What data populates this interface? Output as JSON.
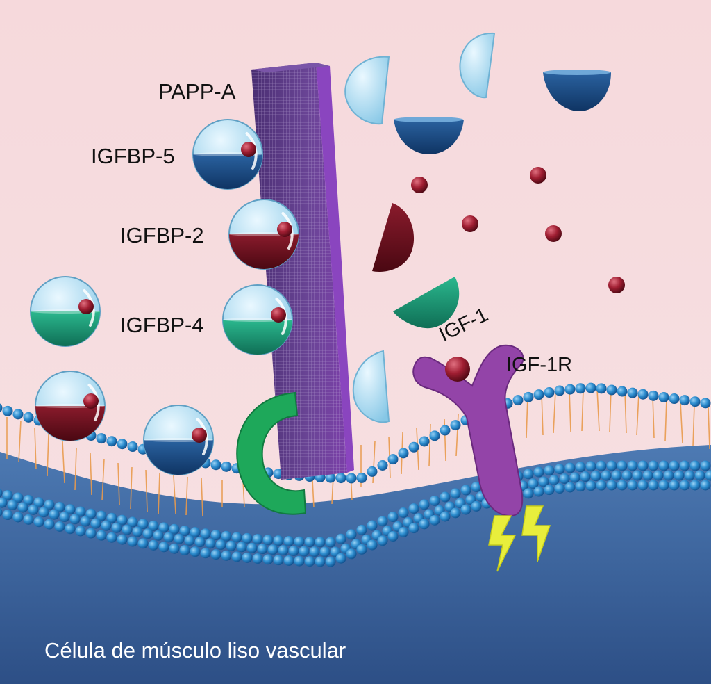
{
  "labels": {
    "pappa": "PAPP-A",
    "igfbp5": "IGFBP-5",
    "igfbp2": "IGFBP-2",
    "igfbp4": "IGFBP-4",
    "igf1": "IGF-1",
    "igf1r": "IGF-1R"
  },
  "caption": "Célula de músculo liso vascular",
  "colors": {
    "background_pink": "#f6d9dc",
    "cell_blue": "#3f6ea8",
    "membrane_bead": "#2f8fd0",
    "lipid_tail": "#e89a4c",
    "pappa_purple": "#5e3a8c",
    "igfbp5_navy": "#1e4f86",
    "igfbp2_maroon": "#6e1020",
    "igfbp4_green": "#1e9a77",
    "igf1_ball": "#8a1a2a",
    "receptor_purple": "#9344a8",
    "receptor_green": "#1ea85a",
    "signal_yellow": "#e8ee3c",
    "sphere_light": "#a9d9f0"
  },
  "icons": [
    "binding-protein-sphere",
    "igf1-ball",
    "pappa-tower",
    "igf1r-receptor",
    "c-shaped-receptor",
    "lightning-signal",
    "hemisphere-fragment"
  ]
}
